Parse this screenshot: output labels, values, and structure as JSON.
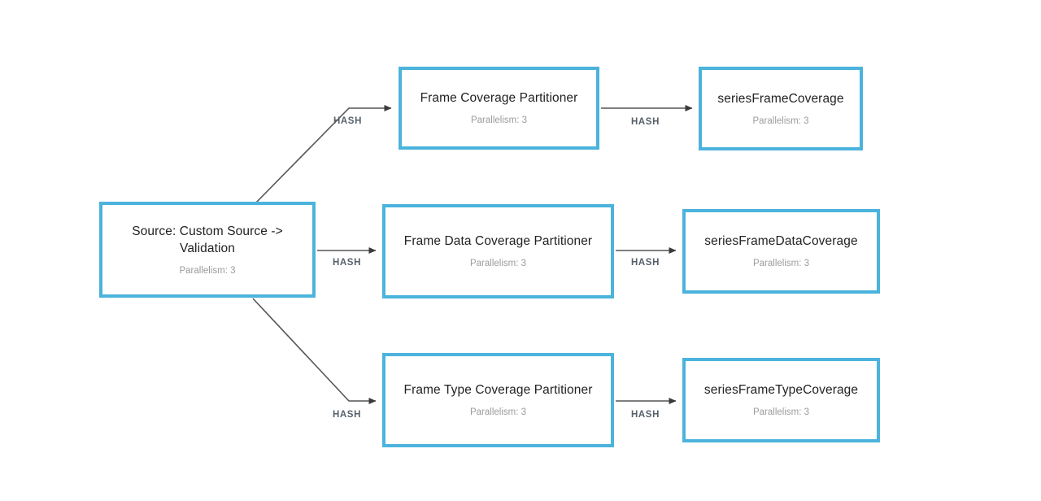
{
  "graph": {
    "nodes": [
      {
        "id": "source",
        "title": "Source: Custom Source -> Validation",
        "subtitle": "Parallelism: 3"
      },
      {
        "id": "frame-coverage-partitioner",
        "title": "Frame Coverage Partitioner",
        "subtitle": "Parallelism: 3"
      },
      {
        "id": "series-frame-coverage",
        "title": "seriesFrameCoverage",
        "subtitle": "Parallelism: 3"
      },
      {
        "id": "frame-data-coverage-partitioner",
        "title": "Frame Data Coverage Partitioner",
        "subtitle": "Parallelism: 3"
      },
      {
        "id": "series-frame-data-coverage",
        "title": "seriesFrameDataCoverage",
        "subtitle": "Parallelism: 3"
      },
      {
        "id": "frame-type-coverage-partitioner",
        "title": "Frame Type Coverage Partitioner",
        "subtitle": "Parallelism: 3"
      },
      {
        "id": "series-frame-type-coverage",
        "title": "seriesFrameTypeCoverage",
        "subtitle": "Parallelism: 3"
      }
    ],
    "edges": [
      {
        "id": "source-to-frame-coverage-partitioner",
        "label": "HASH"
      },
      {
        "id": "frame-coverage-partitioner-to-series-frame-coverage",
        "label": "HASH"
      },
      {
        "id": "source-to-frame-data-coverage-partitioner",
        "label": "HASH"
      },
      {
        "id": "frame-data-coverage-partitioner-to-series-frame-data-coverage",
        "label": "HASH"
      },
      {
        "id": "source-to-frame-type-coverage-partitioner",
        "label": "HASH"
      },
      {
        "id": "frame-type-coverage-partitioner-to-series-frame-type-coverage",
        "label": "HASH"
      }
    ],
    "colors": {
      "node_border": "#4bb3dc",
      "node_background": "#ffffff",
      "node_title_text": "#222222",
      "node_subtitle_text": "#9b9b9b",
      "edge_line": "#555555",
      "edge_label_text": "#56606b",
      "canvas_background": "#ffffff"
    }
  }
}
